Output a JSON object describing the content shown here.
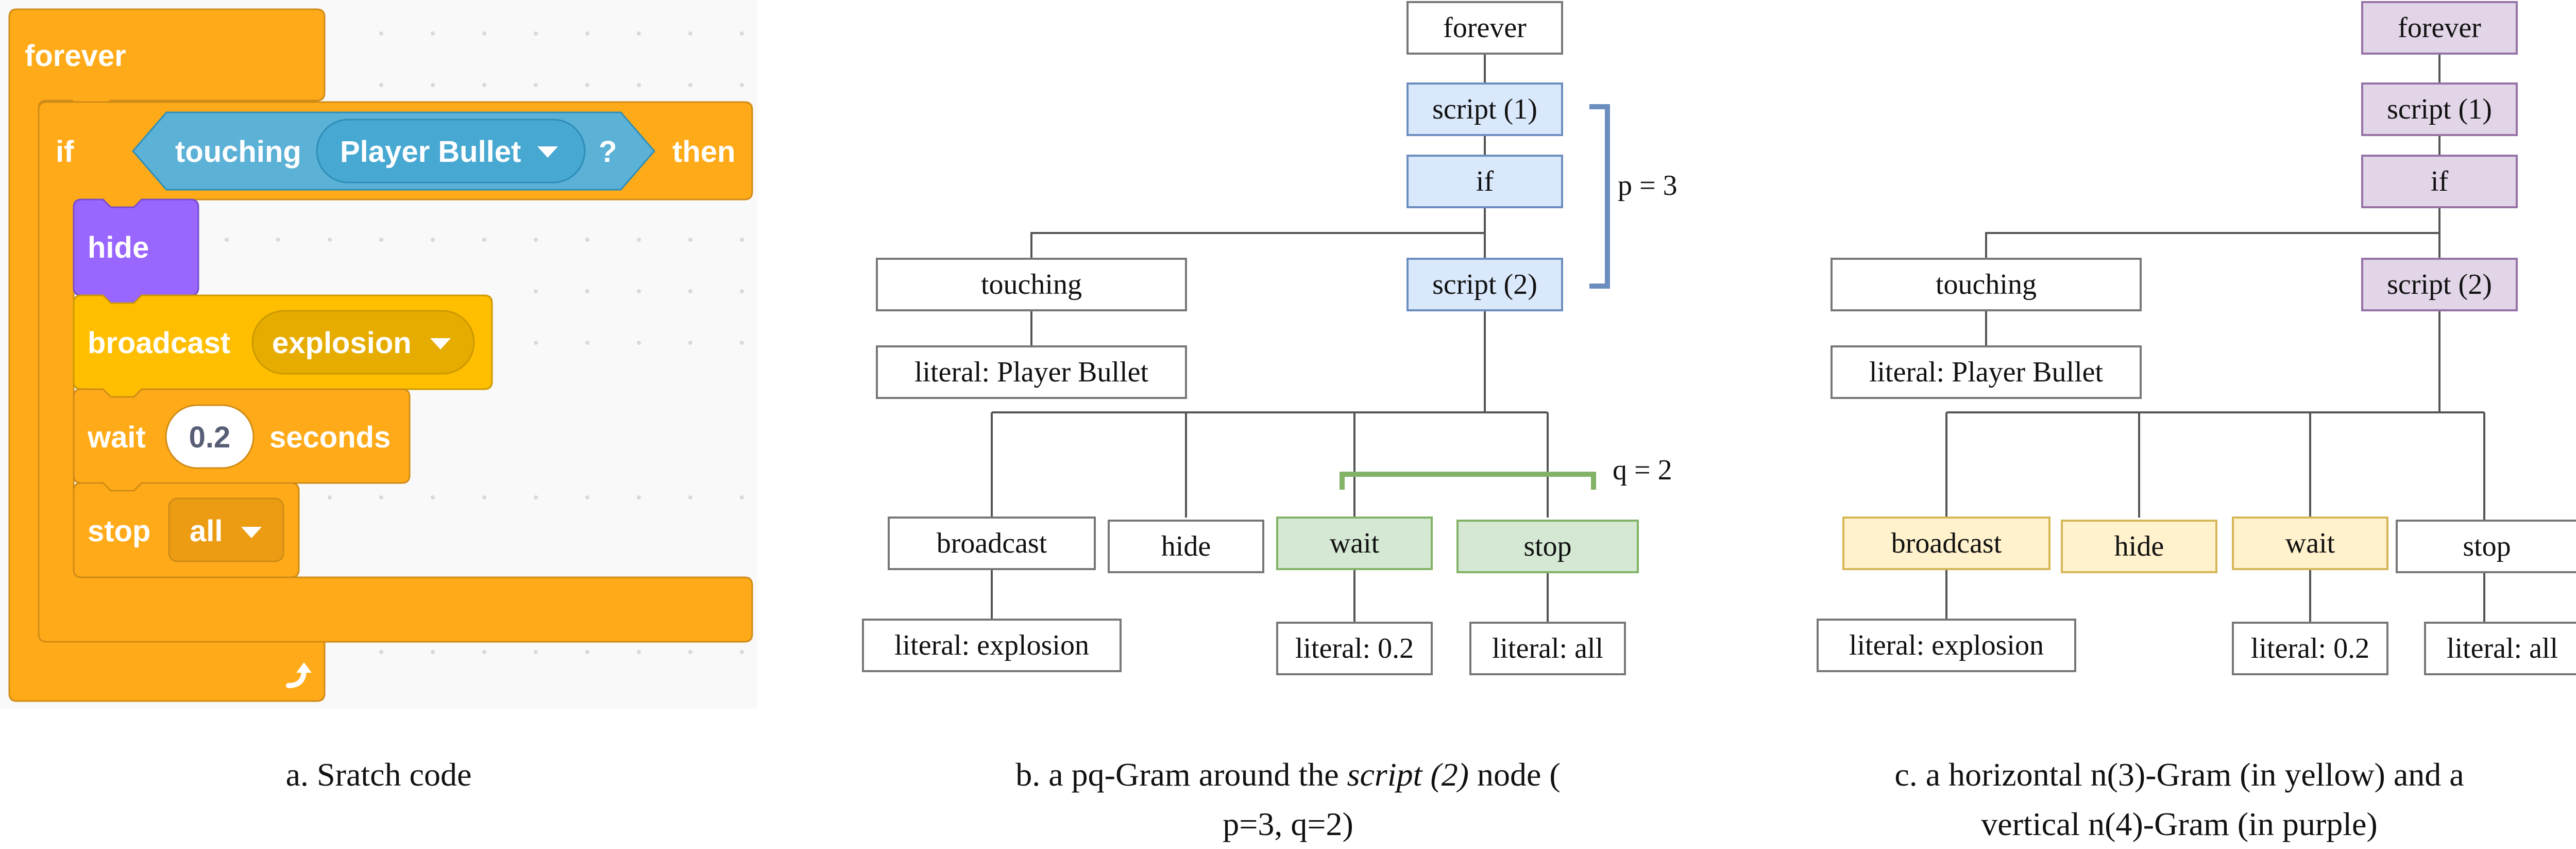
{
  "panel_a": {
    "caption": "a. Sratch code",
    "blocks": {
      "forever": "forever",
      "if": "if",
      "touching": "touching",
      "sensor_value": "Player Bullet",
      "question": "?",
      "then": "then",
      "hide": "hide",
      "broadcast": "broadcast",
      "broadcast_value": "explosion",
      "wait": "wait",
      "wait_value": "0.2",
      "seconds": "seconds",
      "stop": "stop",
      "stop_value": "all"
    },
    "colors": {
      "control": "#ffab19",
      "control_border": "#cf8b17",
      "looks": "#9966ff",
      "events": "#ffbf00",
      "events_border": "#cc9900",
      "sensing": "#5cb1d6",
      "sensing_border": "#2e8eb8",
      "canvas": "#f9f9f9"
    }
  },
  "panel_b": {
    "caption_line1": "b. a pq-Gram around the",
    "caption_italic": "script (2)",
    "caption_line1_end": "node (",
    "caption_line2": "p=3, q=2)",
    "nodes": {
      "forever": "forever",
      "script1": "script (1)",
      "if": "if",
      "touching": "touching",
      "literal_player": "literal: Player Bullet",
      "script2": "script (2)",
      "broadcast": "broadcast",
      "hide": "hide",
      "wait": "wait",
      "stop": "stop",
      "literal_explosion": "literal: explosion",
      "literal_02": "literal: 0.2",
      "literal_all": "literal: all"
    },
    "p_label": "p = 3",
    "q_label": "q = 2",
    "colors": {
      "blue_fill": "#dae8fc",
      "blue_border": "#6c8ebf",
      "green_fill": "#d5e8d4",
      "green_border": "#82b366"
    }
  },
  "panel_c": {
    "caption_line1": "c. a horizontal n(3)-Gram (in yellow) and a",
    "caption_line2": "vertical n(4)-Gram (in purple)",
    "nodes": {
      "forever": "forever",
      "script1": "script (1)",
      "if": "if",
      "touching": "touching",
      "literal_player": "literal: Player Bullet",
      "script2": "script (2)",
      "broadcast": "broadcast",
      "hide": "hide",
      "wait": "wait",
      "stop": "stop",
      "literal_explosion": "literal: explosion",
      "literal_02": "literal: 0.2",
      "literal_all": "literal: all"
    },
    "colors": {
      "purple_fill": "#e1d5e7",
      "purple_border": "#9673a6",
      "yellow_fill": "#fff2cc",
      "yellow_border": "#d6b656"
    }
  }
}
